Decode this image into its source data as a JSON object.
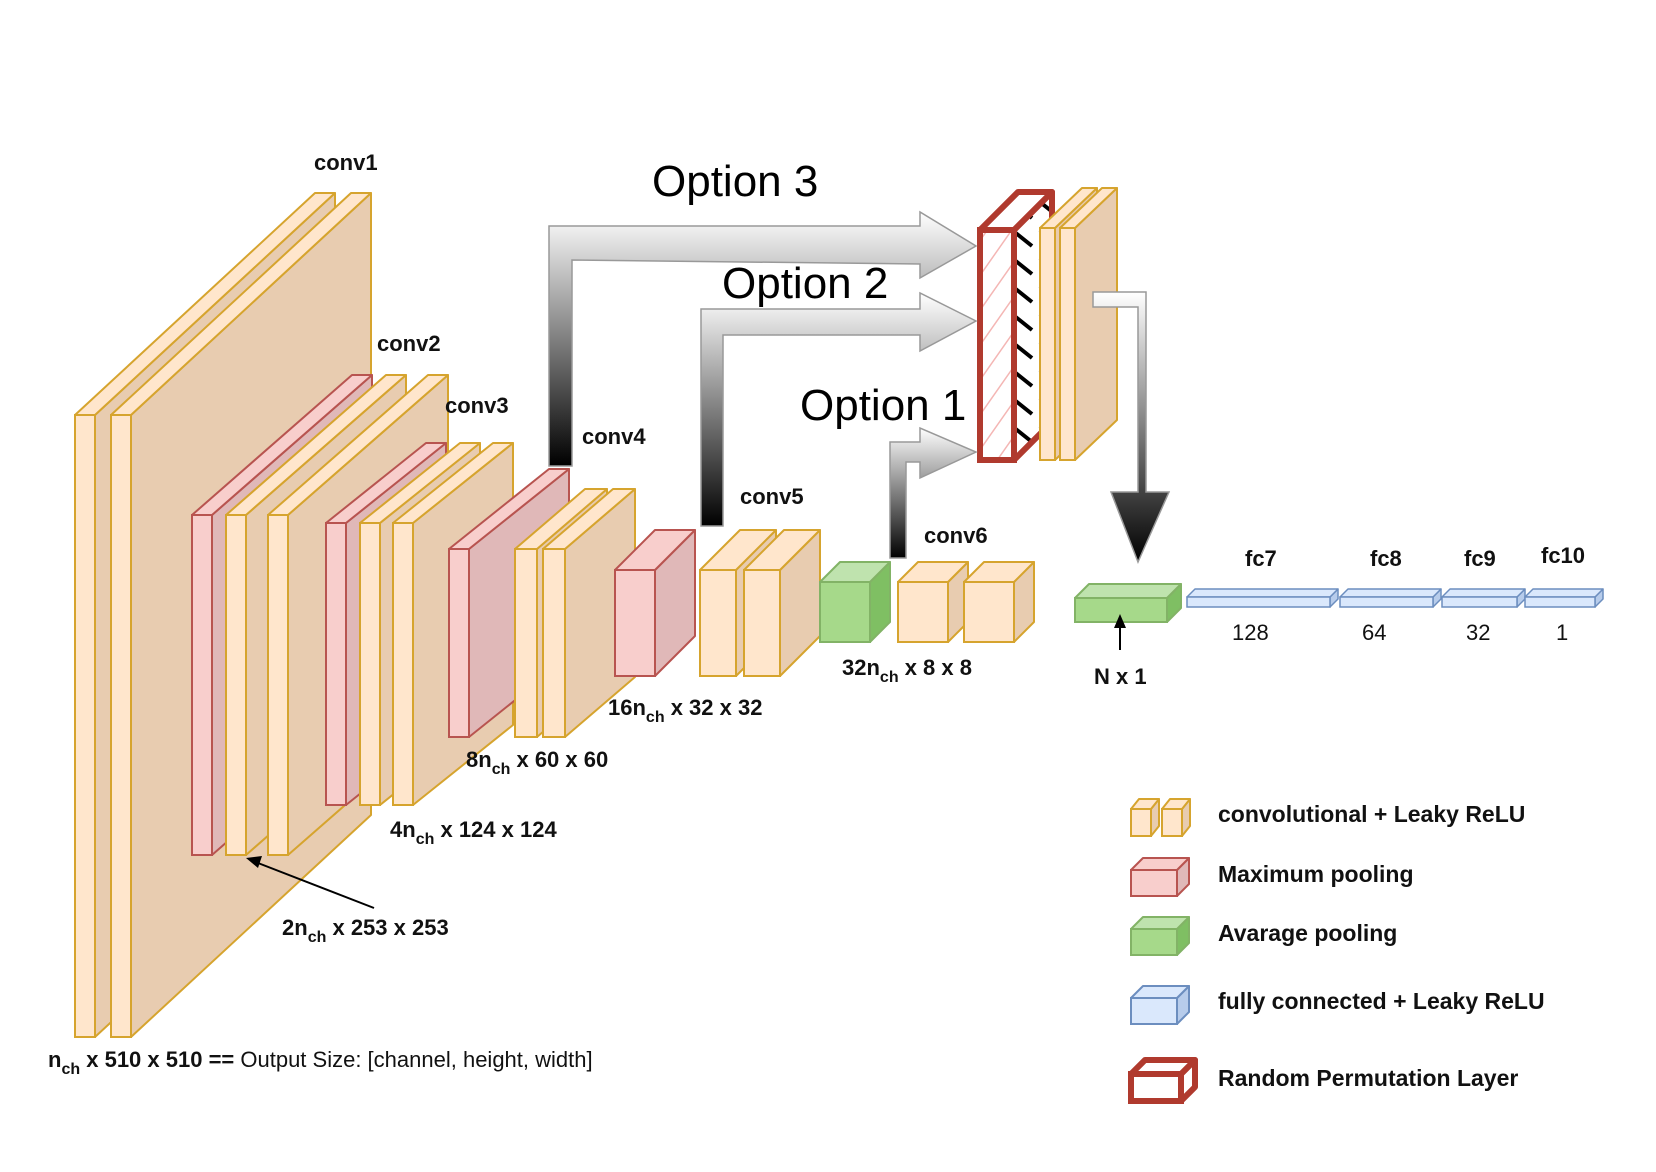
{
  "colors": {
    "conv_fill": "#FFE6CC",
    "conv_stroke": "#D6A42E",
    "conv_dark": "#E8CCB0",
    "pool_fill": "#F8CECC",
    "pool_stroke": "#B85450",
    "pool_dark": "#E0B8B8",
    "avg_fill": "#A6D98A",
    "avg_stroke": "#82B366",
    "avg_dark": "#7FBF63",
    "fc_fill": "#DAE8FC",
    "fc_stroke": "#6C8EBF",
    "perm_stroke": "#B03A2E"
  },
  "layers": {
    "conv1": "conv1",
    "conv2": "conv2",
    "conv3": "conv3",
    "conv4": "conv4",
    "conv5": "conv5",
    "conv6": "conv6",
    "fc7": "fc7",
    "fc8": "fc8",
    "fc9": "fc9",
    "fc10": "fc10"
  },
  "options": {
    "opt1": "Option 1",
    "opt2": "Option 2",
    "opt3": "Option 3"
  },
  "sizes": {
    "s1_pre": "n",
    "s1_sub": "ch",
    "s1_post": " x 510 x 510 ==",
    "s1_tail": " Output Size: [channel, height, width]",
    "s2_pre": "2n",
    "s2_sub": "ch",
    "s2_post": " x 253 x 253",
    "s3_pre": "4n",
    "s3_sub": "ch",
    "s3_post": " x 124 x 124",
    "s4_pre": "8n",
    "s4_sub": "ch",
    "s4_post": " x 60 x 60",
    "s5_pre": "16n",
    "s5_sub": "ch",
    "s5_post": " x 32 x 32",
    "s6_pre": "32n",
    "s6_sub": "ch",
    "s6_post": " x 8 x 8",
    "nx1": "N x 1"
  },
  "fc_units": {
    "fc7": "128",
    "fc8": "64",
    "fc9": "32",
    "fc10": "1"
  },
  "legend": {
    "conv": "convolutional + Leaky ReLU",
    "maxpool": "Maximum pooling",
    "avgpool": "Avarage pooling",
    "fc": "fully connected + Leaky ReLU",
    "perm": "Random Permutation Layer"
  }
}
